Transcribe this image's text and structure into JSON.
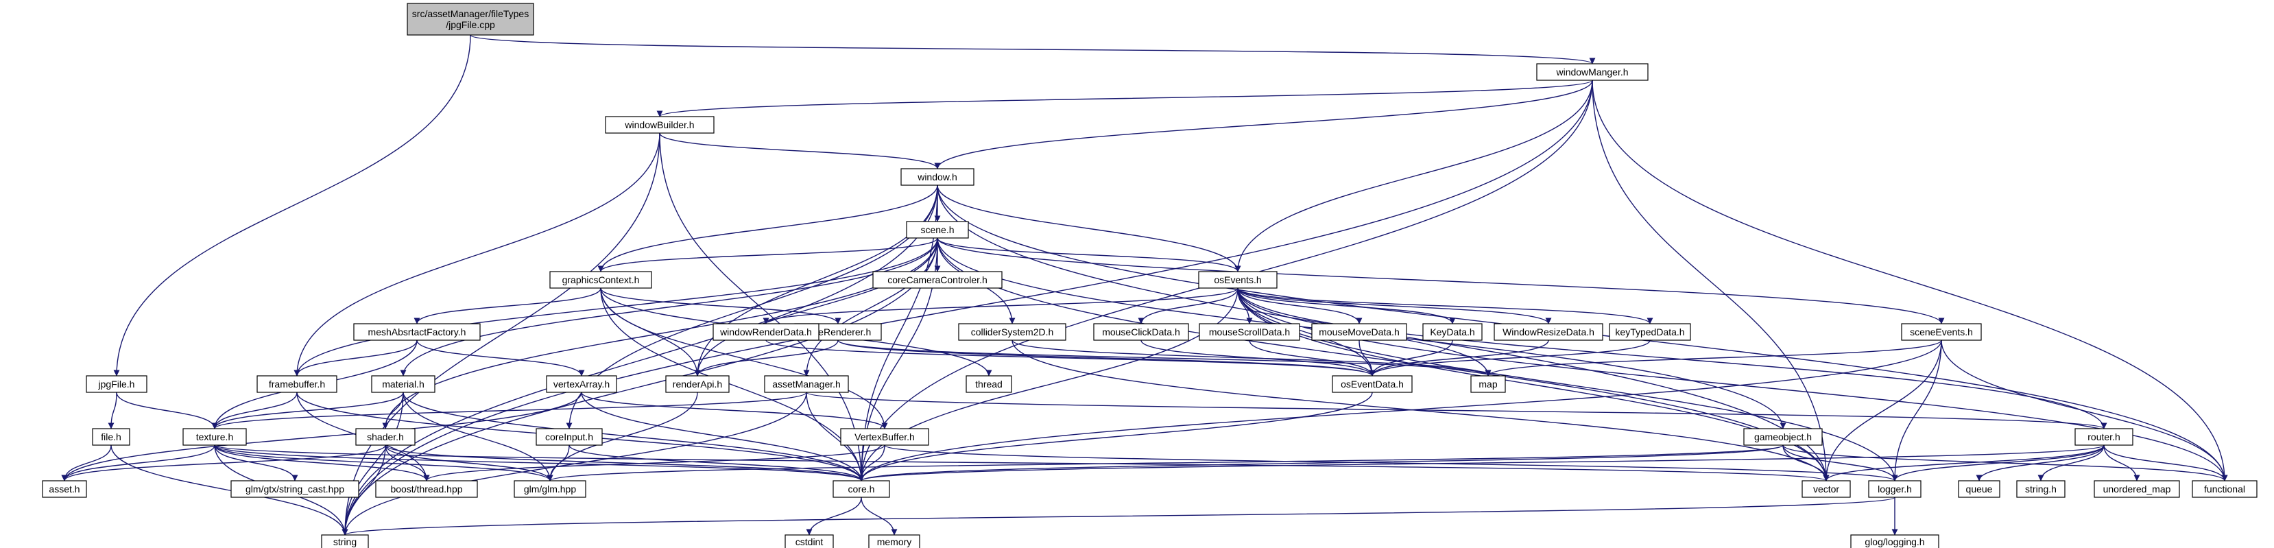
{
  "graph": {
    "colors": {
      "edge": "#191970",
      "root_fill": "#bfbfbf",
      "normal_fill": "#ffffff",
      "normal_stroke": "#000000",
      "truncated_stroke": "#ff0000",
      "external_stroke": "#bfbfbf"
    },
    "nodes": [
      {
        "id": "root",
        "label": "src/assetManager/fileTypes\n/jpgFile.cpp",
        "kind": "root"
      },
      {
        "id": "windowManger",
        "label": "windowManger.h",
        "kind": "normal"
      },
      {
        "id": "windowBuilder",
        "label": "windowBuilder.h",
        "kind": "normal"
      },
      {
        "id": "window",
        "label": "window.h",
        "kind": "normal"
      },
      {
        "id": "scene",
        "label": "scene.h",
        "kind": "normal"
      },
      {
        "id": "coreCameraControler",
        "label": "coreCameraControler.h",
        "kind": "truncated"
      },
      {
        "id": "graphicsContext",
        "label": "graphicsContext.h",
        "kind": "normal"
      },
      {
        "id": "osEvents",
        "label": "osEvents.h",
        "kind": "normal"
      },
      {
        "id": "meshAbsrtactFactory",
        "label": "meshAbsrtactFactory.h",
        "kind": "truncated"
      },
      {
        "id": "coreRenderer",
        "label": "coreRenderer.h",
        "kind": "truncated"
      },
      {
        "id": "colliderSystem2D",
        "label": "colliderSystem2D.h",
        "kind": "truncated"
      },
      {
        "id": "windowRenderData",
        "label": "windowRenderData.h",
        "kind": "normal"
      },
      {
        "id": "mouseClickData",
        "label": "mouseClickData.h",
        "kind": "normal"
      },
      {
        "id": "mouseScrollData",
        "label": "mouseScrollData.h",
        "kind": "normal"
      },
      {
        "id": "mouseMoveData",
        "label": "mouseMoveData.h",
        "kind": "normal"
      },
      {
        "id": "KeyData",
        "label": "KeyData.h",
        "kind": "normal"
      },
      {
        "id": "WindowResizeData",
        "label": "WindowResizeData.h",
        "kind": "normal"
      },
      {
        "id": "keyTypedData",
        "label": "keyTypedData.h",
        "kind": "normal"
      },
      {
        "id": "sceneEvents",
        "label": "sceneEvents.h",
        "kind": "truncated"
      },
      {
        "id": "jpgFile",
        "label": "jpgFile.h",
        "kind": "normal"
      },
      {
        "id": "framebuffer",
        "label": "framebuffer.h",
        "kind": "normal"
      },
      {
        "id": "material",
        "label": "material.h",
        "kind": "truncated"
      },
      {
        "id": "vertexArray",
        "label": "vertexArray.h",
        "kind": "normal"
      },
      {
        "id": "thread",
        "label": "thread",
        "kind": "external"
      },
      {
        "id": "renderApi",
        "label": "renderApi.h",
        "kind": "normal"
      },
      {
        "id": "assetManager",
        "label": "assetManager.h",
        "kind": "normal"
      },
      {
        "id": "osEventData",
        "label": "osEventData.h",
        "kind": "normal"
      },
      {
        "id": "map",
        "label": "map",
        "kind": "external"
      },
      {
        "id": "file",
        "label": "file.h",
        "kind": "normal"
      },
      {
        "id": "texture",
        "label": "texture.h",
        "kind": "normal"
      },
      {
        "id": "shader",
        "label": "shader.h",
        "kind": "truncated"
      },
      {
        "id": "coreInput",
        "label": "coreInput.h",
        "kind": "normal"
      },
      {
        "id": "VertexBuffer",
        "label": "VertexBuffer.h",
        "kind": "normal"
      },
      {
        "id": "gameobject",
        "label": "gameobject.h",
        "kind": "truncated"
      },
      {
        "id": "router",
        "label": "router.h",
        "kind": "normal"
      },
      {
        "id": "asset",
        "label": "asset.h",
        "kind": "normal"
      },
      {
        "id": "glmStringCast",
        "label": "glm/gtx/string_cast.hpp",
        "kind": "external"
      },
      {
        "id": "boostThread",
        "label": "boost/thread.hpp",
        "kind": "external"
      },
      {
        "id": "glm",
        "label": "glm/glm.hpp",
        "kind": "external"
      },
      {
        "id": "core",
        "label": "core.h",
        "kind": "normal"
      },
      {
        "id": "vector",
        "label": "vector",
        "kind": "external"
      },
      {
        "id": "logger",
        "label": "logger.h",
        "kind": "normal"
      },
      {
        "id": "queue",
        "label": "queue",
        "kind": "external"
      },
      {
        "id": "stringh",
        "label": "string.h",
        "kind": "external"
      },
      {
        "id": "unordered_map",
        "label": "unordered_map",
        "kind": "external"
      },
      {
        "id": "functional",
        "label": "functional",
        "kind": "external"
      },
      {
        "id": "string",
        "label": "string",
        "kind": "external"
      },
      {
        "id": "cstdint",
        "label": "cstdint",
        "kind": "external"
      },
      {
        "id": "memory",
        "label": "memory",
        "kind": "external"
      },
      {
        "id": "glogLogging",
        "label": "glog/logging.h",
        "kind": "external"
      }
    ],
    "edges": [
      [
        "root",
        "windowManger"
      ],
      [
        "root",
        "jpgFile"
      ],
      [
        "windowManger",
        "windowBuilder"
      ],
      [
        "windowManger",
        "window"
      ],
      [
        "windowManger",
        "osEvents"
      ],
      [
        "windowManger",
        "core"
      ],
      [
        "windowManger",
        "vector"
      ],
      [
        "windowManger",
        "functional"
      ],
      [
        "windowManger",
        "string"
      ],
      [
        "windowBuilder",
        "window"
      ],
      [
        "windowBuilder",
        "framebuffer"
      ],
      [
        "windowBuilder",
        "string"
      ],
      [
        "windowBuilder",
        "core"
      ],
      [
        "window",
        "scene"
      ],
      [
        "window",
        "graphicsContext"
      ],
      [
        "window",
        "osEvents"
      ],
      [
        "window",
        "renderApi"
      ],
      [
        "window",
        "coreInput"
      ],
      [
        "window",
        "core"
      ],
      [
        "window",
        "vector"
      ],
      [
        "window",
        "functional"
      ],
      [
        "window",
        "string"
      ],
      [
        "scene",
        "coreCameraControler"
      ],
      [
        "scene",
        "graphicsContext"
      ],
      [
        "scene",
        "osEvents"
      ],
      [
        "scene",
        "colliderSystem2D"
      ],
      [
        "scene",
        "sceneEvents"
      ],
      [
        "scene",
        "assetManager"
      ],
      [
        "scene",
        "framebuffer"
      ],
      [
        "scene",
        "material"
      ],
      [
        "scene",
        "shader"
      ],
      [
        "scene",
        "core"
      ],
      [
        "scene",
        "vector"
      ],
      [
        "scene",
        "string"
      ],
      [
        "scene",
        "gameobject"
      ],
      [
        "scene",
        "renderApi"
      ],
      [
        "graphicsContext",
        "meshAbsrtactFactory"
      ],
      [
        "graphicsContext",
        "coreRenderer"
      ],
      [
        "graphicsContext",
        "renderApi"
      ],
      [
        "graphicsContext",
        "VertexBuffer"
      ],
      [
        "graphicsContext",
        "core"
      ],
      [
        "graphicsContext",
        "thread"
      ],
      [
        "osEvents",
        "windowRenderData"
      ],
      [
        "osEvents",
        "mouseClickData"
      ],
      [
        "osEvents",
        "mouseScrollData"
      ],
      [
        "osEvents",
        "mouseMoveData"
      ],
      [
        "osEvents",
        "KeyData"
      ],
      [
        "osEvents",
        "WindowResizeData"
      ],
      [
        "osEvents",
        "keyTypedData"
      ],
      [
        "osEvents",
        "osEventData"
      ],
      [
        "osEvents",
        "map"
      ],
      [
        "osEvents",
        "router"
      ],
      [
        "osEvents",
        "core"
      ],
      [
        "osEvents",
        "vector"
      ],
      [
        "osEvents",
        "functional"
      ],
      [
        "osEvents",
        "logger"
      ],
      [
        "meshAbsrtactFactory",
        "framebuffer"
      ],
      [
        "meshAbsrtactFactory",
        "vertexArray"
      ],
      [
        "meshAbsrtactFactory",
        "texture"
      ],
      [
        "coreRenderer",
        "renderApi"
      ],
      [
        "coreRenderer",
        "osEventData"
      ],
      [
        "coreRenderer",
        "map"
      ],
      [
        "colliderSystem2D",
        "vector"
      ],
      [
        "colliderSystem2D",
        "map"
      ],
      [
        "windowRenderData",
        "osEventData"
      ],
      [
        "mouseClickData",
        "osEventData"
      ],
      [
        "mouseScrollData",
        "osEventData"
      ],
      [
        "mouseMoveData",
        "osEventData"
      ],
      [
        "KeyData",
        "osEventData"
      ],
      [
        "WindowResizeData",
        "osEventData"
      ],
      [
        "keyTypedData",
        "osEventData"
      ],
      [
        "sceneEvents",
        "map"
      ],
      [
        "sceneEvents",
        "core"
      ],
      [
        "sceneEvents",
        "vector"
      ],
      [
        "sceneEvents",
        "logger"
      ],
      [
        "sceneEvents",
        "functional"
      ],
      [
        "jpgFile",
        "file"
      ],
      [
        "jpgFile",
        "texture"
      ],
      [
        "framebuffer",
        "texture"
      ],
      [
        "framebuffer",
        "core"
      ],
      [
        "framebuffer",
        "boostThread"
      ],
      [
        "material",
        "texture"
      ],
      [
        "material",
        "shader"
      ],
      [
        "material",
        "glm"
      ],
      [
        "material",
        "core"
      ],
      [
        "material",
        "string"
      ],
      [
        "vertexArray",
        "VertexBuffer"
      ],
      [
        "vertexArray",
        "core"
      ],
      [
        "vertexArray",
        "asset"
      ],
      [
        "renderApi",
        "glm"
      ],
      [
        "assetManager",
        "texture"
      ],
      [
        "assetManager",
        "core"
      ],
      [
        "assetManager",
        "router"
      ],
      [
        "assetManager",
        "string"
      ],
      [
        "osEventData",
        "core"
      ],
      [
        "file",
        "asset"
      ],
      [
        "file",
        "string"
      ],
      [
        "texture",
        "asset"
      ],
      [
        "texture",
        "glmStringCast"
      ],
      [
        "texture",
        "boostThread"
      ],
      [
        "texture",
        "glm"
      ],
      [
        "texture",
        "core"
      ],
      [
        "texture",
        "string"
      ],
      [
        "texture",
        "vector"
      ],
      [
        "shader",
        "asset"
      ],
      [
        "shader",
        "boostThread"
      ],
      [
        "shader",
        "glm"
      ],
      [
        "shader",
        "core"
      ],
      [
        "shader",
        "string"
      ],
      [
        "coreInput",
        "glm"
      ],
      [
        "coreInput",
        "core"
      ],
      [
        "VertexBuffer",
        "core"
      ],
      [
        "VertexBuffer",
        "boostThread"
      ],
      [
        "VertexBuffer",
        "logger"
      ],
      [
        "gameobject",
        "core"
      ],
      [
        "gameobject",
        "vector"
      ],
      [
        "gameobject",
        "logger"
      ],
      [
        "gameobject",
        "functional"
      ],
      [
        "gameobject",
        "glm"
      ],
      [
        "router",
        "queue"
      ],
      [
        "router",
        "stringh"
      ],
      [
        "router",
        "unordered_map"
      ],
      [
        "router",
        "functional"
      ],
      [
        "router",
        "logger"
      ],
      [
        "router",
        "vector"
      ],
      [
        "router",
        "core"
      ],
      [
        "core",
        "cstdint"
      ],
      [
        "core",
        "memory"
      ],
      [
        "logger",
        "glogLogging"
      ],
      [
        "logger",
        "string"
      ]
    ]
  }
}
